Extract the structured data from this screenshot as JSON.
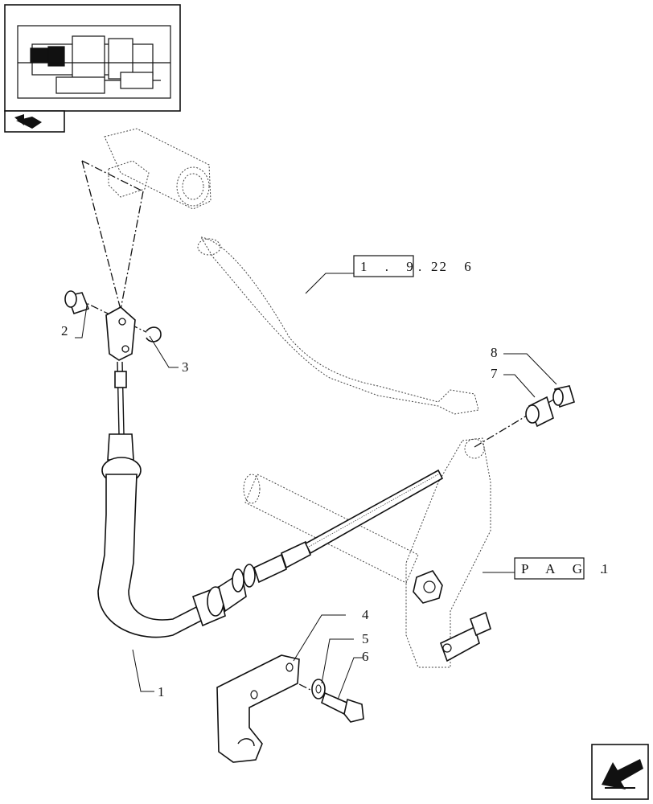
{
  "callouts": [
    {
      "id": "1",
      "text": "1"
    },
    {
      "id": "2",
      "text": "2"
    },
    {
      "id": "3",
      "text": "3"
    },
    {
      "id": "4",
      "text": "4"
    },
    {
      "id": "5",
      "text": "5"
    },
    {
      "id": "6",
      "text": "6"
    },
    {
      "id": "7",
      "text": "7"
    },
    {
      "id": "8",
      "text": "8"
    }
  ],
  "references": {
    "ref_1_92": {
      "boxed": "1 . 9 2",
      "suffix": ". 2 6"
    },
    "ref_pag": {
      "boxed": "P A G .",
      "suffix": "1"
    }
  },
  "icons": {
    "thumbnail": "transmission-section-thumbnail",
    "section_icon": "section-arrow-icon",
    "next_page": "next-page-arrow-icon"
  },
  "colors": {
    "line": "#111111",
    "background": "#ffffff"
  }
}
